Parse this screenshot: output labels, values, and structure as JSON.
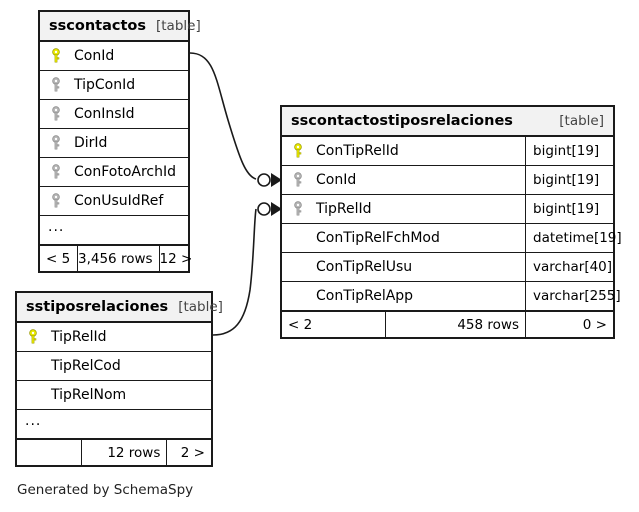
{
  "caption": "Generated by SchemaSpy",
  "icons": {
    "primary_key": "key-icon-primary",
    "foreign_key": "key-icon-foreign"
  },
  "colors": {
    "primary_key": "#e8e800",
    "foreign_key": "#b0b0b0",
    "border": "#1a1a1a",
    "header_bg": "#f2f2f2",
    "background": "#ffffff"
  },
  "tables": [
    {
      "id": "sscontactos",
      "name": "sscontactos",
      "tag": "[table]",
      "columns": [
        {
          "name": "ConId",
          "key": "primary"
        },
        {
          "name": "TipConId",
          "key": "foreign"
        },
        {
          "name": "ConInsId",
          "key": "foreign"
        },
        {
          "name": "DirId",
          "key": "foreign"
        },
        {
          "name": "ConFotoArchId",
          "key": "foreign"
        },
        {
          "name": "ConUsuIdRef",
          "key": "foreign"
        }
      ],
      "ellipsis": "...",
      "footer": {
        "left": "< 5",
        "center": "3,456 rows",
        "right": "12 >"
      }
    },
    {
      "id": "sscontactostiposrelaciones",
      "name": "sscontactostiposrelaciones",
      "tag": "[table]",
      "columns": [
        {
          "name": "ConTipRelId",
          "key": "primary",
          "type": "bigint[19]"
        },
        {
          "name": "ConId",
          "key": "foreign",
          "type": "bigint[19]"
        },
        {
          "name": "TipRelId",
          "key": "foreign",
          "type": "bigint[19]"
        },
        {
          "name": "ConTipRelFchMod",
          "key": "none",
          "type": "datetime[19]"
        },
        {
          "name": "ConTipRelUsu",
          "key": "none",
          "type": "varchar[40]"
        },
        {
          "name": "ConTipRelApp",
          "key": "none",
          "type": "varchar[255]"
        }
      ],
      "footer": {
        "left": "< 2",
        "center": "458 rows",
        "right": "0 >"
      }
    },
    {
      "id": "sstiposrelaciones",
      "name": "sstiposrelaciones",
      "tag": "[table]",
      "columns": [
        {
          "name": "TipRelId",
          "key": "primary"
        },
        {
          "name": "TipRelCod",
          "key": "none"
        },
        {
          "name": "TipRelNom",
          "key": "none"
        }
      ],
      "ellipsis": "...",
      "footer": {
        "left": "",
        "center": "12 rows",
        "right": "2 >"
      }
    }
  ],
  "relationships": [
    {
      "from": "sscontactos.ConId",
      "to": "sscontactostiposrelaciones.ConId"
    },
    {
      "from": "sstiposrelaciones.TipRelId",
      "to": "sscontactostiposrelaciones.TipRelId"
    }
  ]
}
